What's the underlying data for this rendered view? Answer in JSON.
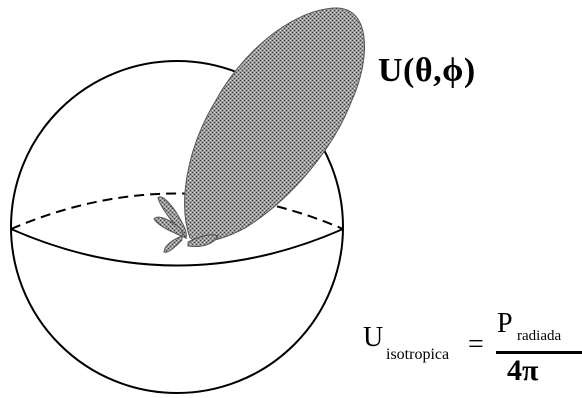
{
  "labels": {
    "pattern_function": "U(θ,ϕ)",
    "iso_U": "U",
    "iso_sub": "isotropica",
    "iso_equals": "=",
    "numerator_P": "P",
    "numerator_sub": "radiada",
    "denominator": "4π"
  },
  "colors": {
    "line": "#000000",
    "lobe_fill": "#8c8c8c",
    "background": "#ffffff"
  }
}
